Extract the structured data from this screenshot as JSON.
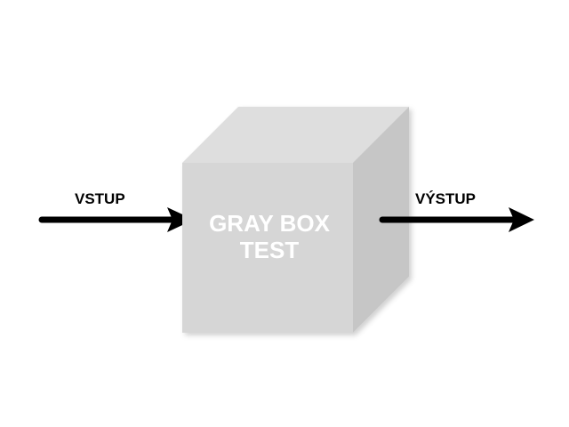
{
  "diagram": {
    "input_label": "VSTUP",
    "output_label": "VÝSTUP",
    "box_title_line1": "GRAY BOX",
    "box_title_line2": "TEST"
  },
  "colors": {
    "box_front": "#d6d6d6",
    "box_top": "#dedede",
    "box_side": "#c6c6c6",
    "arrow": "#000000",
    "title_text": "#ffffff"
  }
}
